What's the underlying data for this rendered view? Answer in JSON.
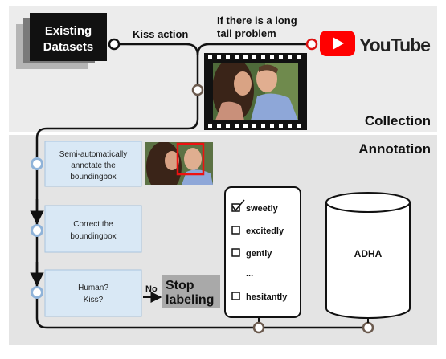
{
  "collection": {
    "section_label": "Collection",
    "existing_datasets_line1": "Existing",
    "existing_datasets_line2": "Datasets",
    "kiss_action_label": "Kiss action",
    "long_tail_line1": "If there is a long",
    "long_tail_line2": "tail problem",
    "youtube_wordmark": "YouTube"
  },
  "annotation": {
    "section_label": "Annotation",
    "steps": [
      {
        "line1": "Semi-automatically",
        "line2": "annotate the",
        "line3": "boundingbox"
      },
      {
        "line1": "Correct the",
        "line2": "boundingbox"
      },
      {
        "line1": "Human?",
        "line2": "Kiss?"
      }
    ],
    "no_label": "No",
    "stop_line1": "Stop",
    "stop_line2": "labeling",
    "options": [
      "sweetly",
      "excitedly",
      "gently",
      "...",
      "hesitantly"
    ],
    "database_label": "ADHA"
  },
  "colors": {
    "collection_bg": "#ececec",
    "annotation_bg": "#e4e4e4",
    "step_box_fill": "#d9e8f5",
    "step_box_border": "#a9c4de",
    "youtube_red": "#ff0000",
    "stop_box": "#a9a9a9",
    "node_blue": "#8fb3d9",
    "node_brown": "#6b5a4e"
  }
}
